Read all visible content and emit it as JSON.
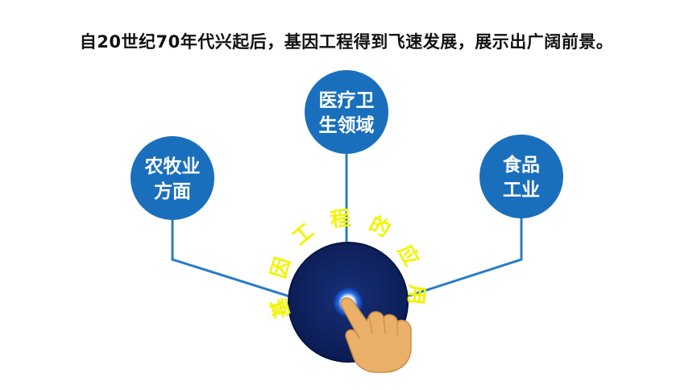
{
  "header": {
    "title": "自20世纪70年代兴起后，基因工程得到飞速发展，展示出广阔前景。"
  },
  "center": {
    "label_chars": [
      "基",
      "因",
      "工",
      "程",
      "的",
      "应",
      "用"
    ]
  },
  "branches": [
    {
      "line1": "农牧业",
      "line2": "方面"
    },
    {
      "line1": "医疗卫",
      "line2": "生领域"
    },
    {
      "line1": "食品",
      "line2": "工业"
    }
  ],
  "colors": {
    "node_blue": "#1a6fbd",
    "line_blue": "#2a7cc6",
    "disc_navy": "#0b1e5b",
    "ring_text": "#f3f300",
    "hand": "#eab06a"
  },
  "icons": {
    "pointer": "pointing-hand-icon"
  }
}
